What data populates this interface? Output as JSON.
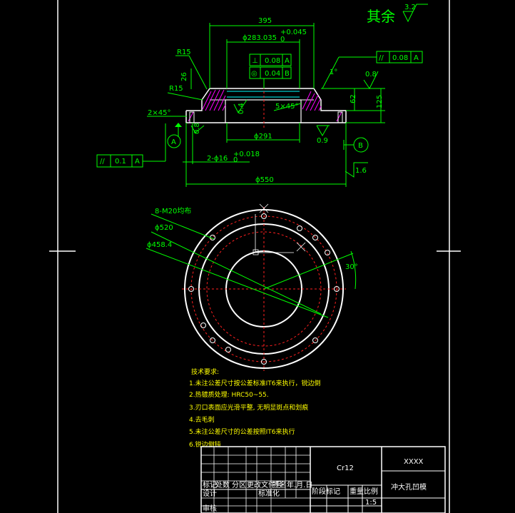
{
  "surface_finish": {
    "label": "其余",
    "value": "3.2"
  },
  "dimensions": {
    "width_395": "395",
    "bore": "ϕ283.035",
    "bore_tol_upper": "+0.045",
    "bore_tol_lower": "0",
    "r15_top": "R15",
    "r15_left": "R15",
    "h26": "26",
    "chamfer_2x45": "2×45°",
    "chamfer_5x45": "5×45°",
    "v04": "0.4",
    "v08_left": "0.8",
    "phi291": "ϕ291",
    "holes": "2-ϕ16",
    "holes_tol": "+0.018",
    "holes_tol_lower": "0",
    "phi550": "ϕ550",
    "h62": "62",
    "h125": "125",
    "angle_right": "1°",
    "ra08_right": "0.8",
    "ra09": "0.9",
    "ra16": "1.6",
    "phi520": "ϕ520",
    "phi4584": "ϕ458.4",
    "m20": "8-M20均布",
    "angle30": "30°"
  },
  "gdt": {
    "flatness_top": {
      "symbol": "⊥",
      "value": "0.08",
      "datum": "A"
    },
    "concentric_top": {
      "symbol": "◎",
      "value": "0.04",
      "datum": "B"
    },
    "parallel_right": {
      "symbol": "//",
      "value": "0.08",
      "datum": "A"
    },
    "parallel_left": {
      "symbol": "//",
      "value": "0.1",
      "datum": "A"
    },
    "datum_a": "A",
    "datum_b": "B"
  },
  "notes": {
    "title": "技术要求:",
    "items": [
      "1.未注公差尺寸按公差标准IT6来执行，锐边倒",
      "2.热镀质处理: HRC50~55.",
      "3.刃口表面应光滑平整, 无明显斑点和划痕",
      "4.去毛刺",
      "5.未注公差尺寸的公差按照IT6来执行",
      "6.锐边倒钝"
    ]
  },
  "title_block": {
    "material": "Cr12",
    "code": "XXXX",
    "name": "冲大孔凹模",
    "scale": "1:5",
    "row1": [
      "标记",
      "处数",
      "分区",
      "更改文件号",
      "签名",
      "年.月.日"
    ],
    "row2": [
      "设计",
      "",
      "标准化",
      ""
    ],
    "row3": [
      "审核"
    ],
    "stage_labels": [
      "阶段标记",
      "重量",
      "比例"
    ]
  }
}
